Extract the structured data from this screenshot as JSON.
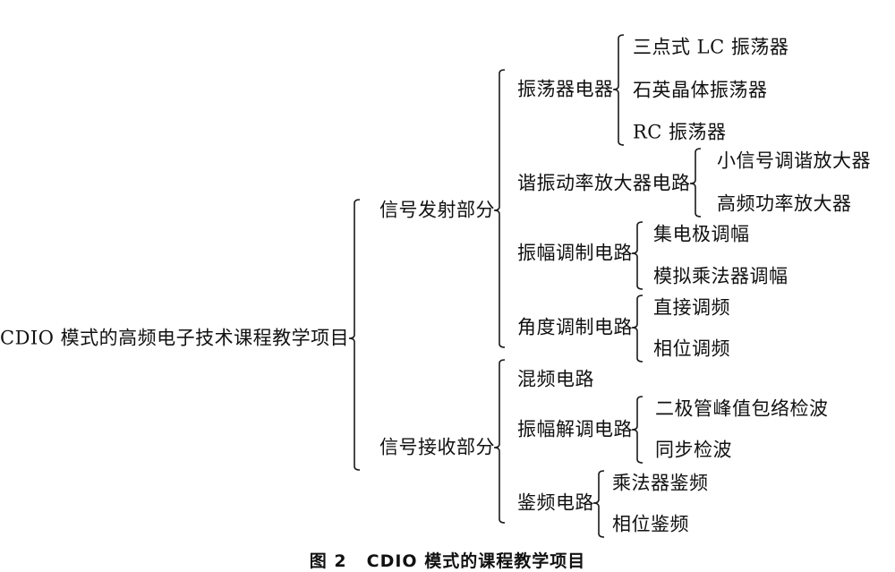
{
  "root": "CDIO 模式的高频电子技术课程教学项目",
  "branches": [
    {
      "label": "信号发射部分",
      "children": [
        {
          "label": "振荡器电器",
          "children": [
            "三点式 LC 振荡器",
            "石英晶体振荡器",
            "RC 振荡器"
          ]
        },
        {
          "label": "谐振动率放大器电路",
          "children": [
            "小信号调谐放大器",
            "高频功率放大器"
          ]
        },
        {
          "label": "振幅调制电路",
          "children": [
            "集电极调幅",
            "模拟乘法器调幅"
          ]
        },
        {
          "label": "角度调制电路",
          "children": [
            "直接调频",
            "相位调频"
          ]
        }
      ]
    },
    {
      "label": "信号接收部分",
      "children": [
        {
          "label": "混频电路",
          "children": []
        },
        {
          "label": "振幅解调电路",
          "children": [
            "二极管峰值包络检波",
            "同步检波"
          ]
        },
        {
          "label": "鉴频电路",
          "children": [
            "乘法器鉴频",
            "相位鉴频"
          ]
        }
      ]
    }
  ],
  "caption": {
    "number": "图 2",
    "title": "CDIO 模式的课程教学项目"
  }
}
